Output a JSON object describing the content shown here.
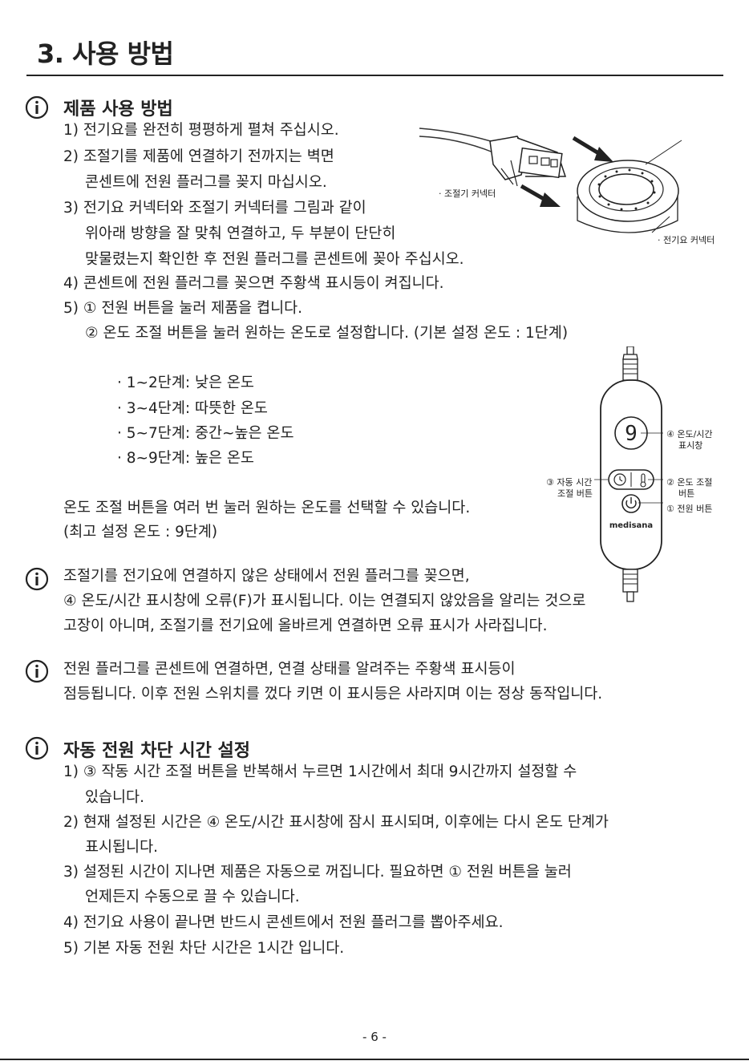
{
  "page_title": "3. 사용 방법",
  "section1": {
    "heading": "제품 사용 방법",
    "steps": [
      "1) 전기요를 완전히 평평하게 펼쳐 주십시오.",
      "2) 조절기를 제품에 연결하기 전까지는 벽면",
      "콘센트에 전원 플러그를 꽂지 마십시오.",
      "3) 전기요 커넥터와 조절기 커넥터를 그림과 같이",
      "위아래 방향을 잘 맞춰 연결하고, 두 부분이 단단히",
      "맞물렸는지 확인한 후 전원 플러그를 콘센트에 꽂아 주십시오.",
      "4) 콘센트에 전원 플러그를 꽂으면 주황색 표시등이 켜집니다.",
      "5) ① 전원 버튼을 눌러 제품을 켭니다.",
      "② 온도 조절 버튼을 눌러 원하는 온도로 설정합니다. (기본 설정 온도 : 1단계)"
    ],
    "levels": [
      "· 1~2단계: 낮은 온도",
      "· 3~4단계: 따뜻한 온도",
      "· 5~7단계: 중간~높은 온도",
      "· 8~9단계: 높은 온도"
    ],
    "after": [
      "온도 조절 버튼을 여러 번 눌러 원하는 온도를 선택할 수 있습니다.",
      "(최고 설정 온도 : 9단계)"
    ]
  },
  "connector_figure": {
    "label_controller": "· 조절기 커넥터",
    "label_blanket": "· 전기요 커넥터"
  },
  "controller_figure": {
    "display_value": "9",
    "brand": "medisana",
    "label_display_1": "④ 온도/시간",
    "label_display_2": "표시창",
    "label_temp_1": "② 온도 조절",
    "label_temp_2": "버튼",
    "label_power": "① 전원 버튼",
    "label_timer_1": "③ 자동 시간",
    "label_timer_2": "조절 버튼"
  },
  "note1": [
    "조절기를 전기요에 연결하지 않은 상태에서 전원 플러그를 꽂으면,",
    "④ 온도/시간 표시창에 오류(F)가 표시됩니다. 이는 연결되지 않았음을 알리는 것으로",
    "고장이 아니며, 조절기를 전기요에 올바르게 연결하면 오류 표시가 사라집니다."
  ],
  "note2": [
    "전원 플러그를 콘센트에 연결하면, 연결 상태를 알려주는 주황색 표시등이",
    "점등됩니다. 이후 전원 스위치를 껐다 키면 이 표시등은 사라지며 이는 정상 동작입니다."
  ],
  "section2": {
    "heading": "자동 전원 차단 시간 설정",
    "steps": [
      "1) ③ 작동 시간 조절 버튼을 반복해서 누르면 1시간에서 최대 9시간까지 설정할 수",
      "있습니다.",
      "2) 현재 설정된 시간은 ④ 온도/시간 표시창에 잠시 표시되며, 이후에는 다시 온도 단계가",
      "표시됩니다.",
      "3) 설정된 시간이 지나면 제품은 자동으로 꺼집니다. 필요하면 ① 전원 버튼을 눌러",
      "언제든지 수동으로 끌 수 있습니다.",
      "4) 전기요 사용이 끝나면 반드시 콘센트에서 전원 플러그를 뽑아주세요.",
      "5) 기본 자동 전원 차단 시간은 1시간 입니다."
    ]
  },
  "page_number": "- 6 -"
}
